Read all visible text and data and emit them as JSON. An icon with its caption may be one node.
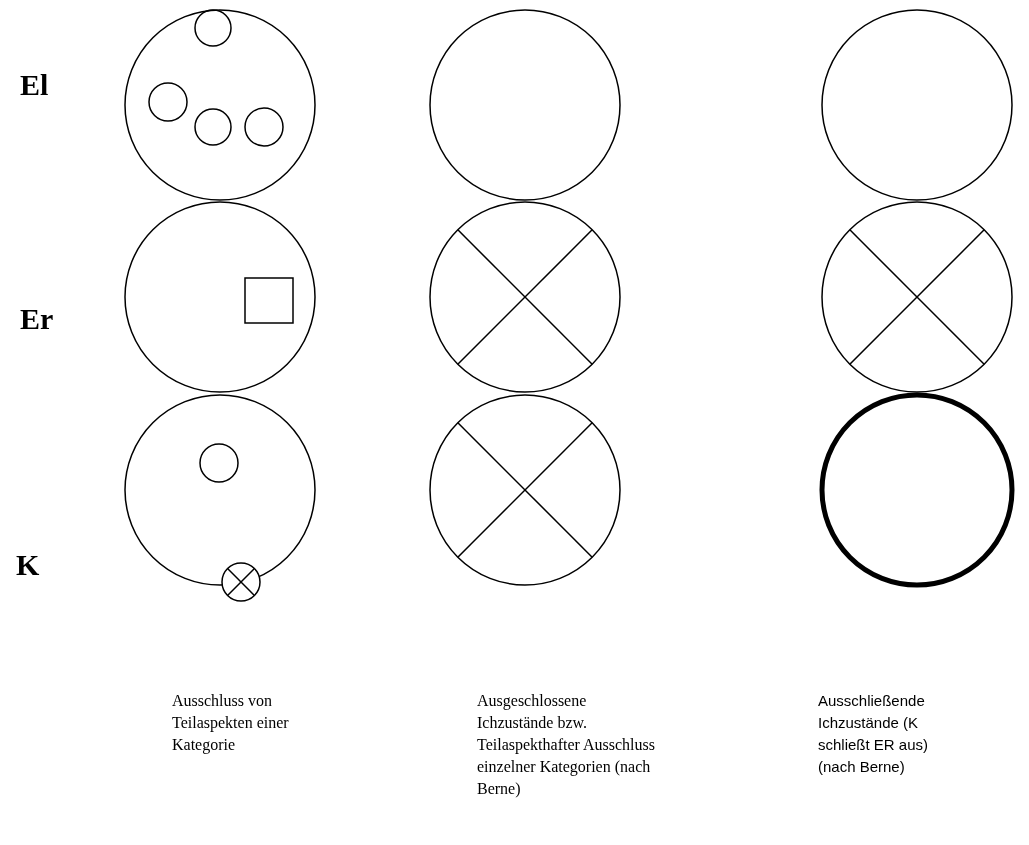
{
  "diagram": {
    "labels": [
      "El",
      "Er",
      "K",
      "Ausschluss von Teilaspekten einer Kategorie",
      "Ausgeschlossene Ichzustände bzw. Teilaspekthafter Ausschluss einzelner Kategorien (nach Berne)",
      "Ausschließende Ichzustände (K schließt ER aus) (nach Berne)"
    ]
  }
}
